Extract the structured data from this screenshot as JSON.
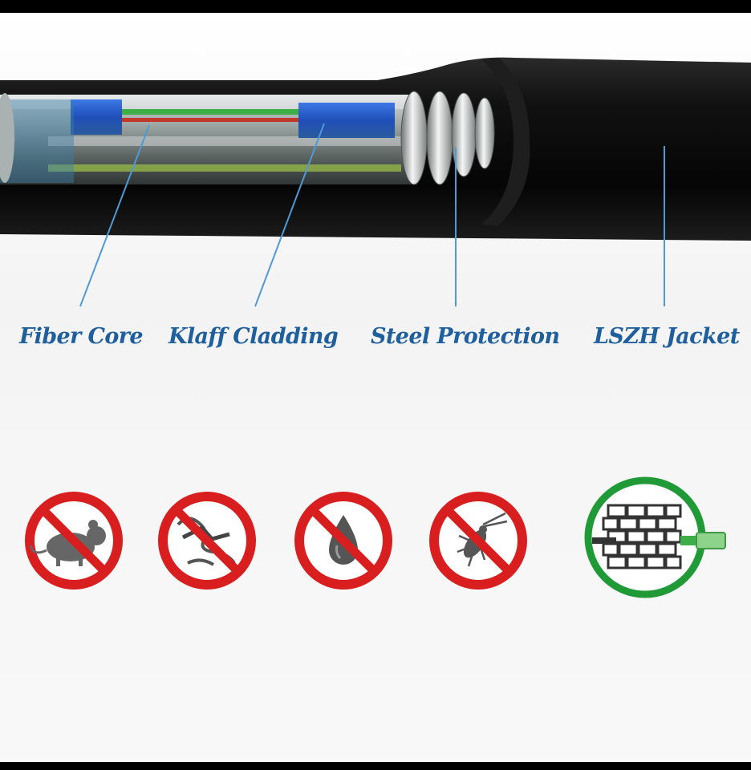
{
  "layers": [
    {
      "id": "fiber-core",
      "label": "Fiber Core"
    },
    {
      "id": "klaff-cladding",
      "label": "Klaff Cladding"
    },
    {
      "id": "steel-protection",
      "label": "Steel Protection"
    },
    {
      "id": "lszh-jacket",
      "label": "LSZH Jacket"
    }
  ],
  "icons": [
    {
      "name": "no-rodent-icon",
      "status": "prohibited"
    },
    {
      "name": "no-bending-icon",
      "status": "prohibited"
    },
    {
      "name": "no-water-icon",
      "status": "prohibited"
    },
    {
      "name": "no-insect-icon",
      "status": "prohibited"
    },
    {
      "name": "wall-pass-through-icon",
      "status": "allowed"
    }
  ],
  "colors": {
    "label_text": "#1f5f9e",
    "leader_line": "#4f9ad6",
    "prohibited": "#d81e1e",
    "allowed": "#1f9a36",
    "jacket": "#0b0b0b",
    "fiber_green": "#3fae49",
    "fiber_red": "#c0392b",
    "fiber_blue": "#2a62d6"
  }
}
